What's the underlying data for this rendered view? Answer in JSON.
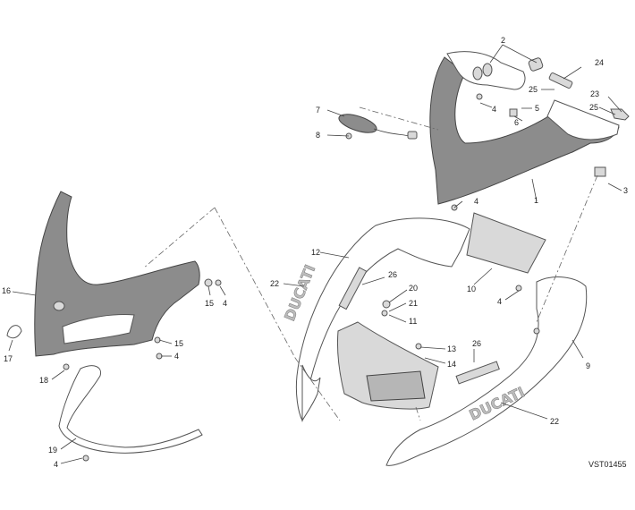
{
  "diagram": {
    "drawing_code": "VST01455",
    "brand_mark": "DUCATI",
    "callouts": {
      "c1": "1",
      "c2": "2",
      "c3": "3",
      "c4a": "4",
      "c4b": "4",
      "c4c": "4",
      "c4d": "4",
      "c4e": "4",
      "c4f": "4",
      "c5": "5",
      "c6": "6",
      "c7": "7",
      "c8": "8",
      "c9": "9",
      "c10": "10",
      "c11": "11",
      "c12": "12",
      "c13": "13",
      "c14": "14",
      "c15a": "15",
      "c15b": "15",
      "c16": "16",
      "c17": "17",
      "c18": "18",
      "c19": "19",
      "c20": "20",
      "c21": "21",
      "c22a": "22",
      "c22b": "22",
      "c23": "23",
      "c24": "24",
      "c25a": "25",
      "c25b": "25",
      "c26a": "26",
      "c26b": "26"
    }
  }
}
